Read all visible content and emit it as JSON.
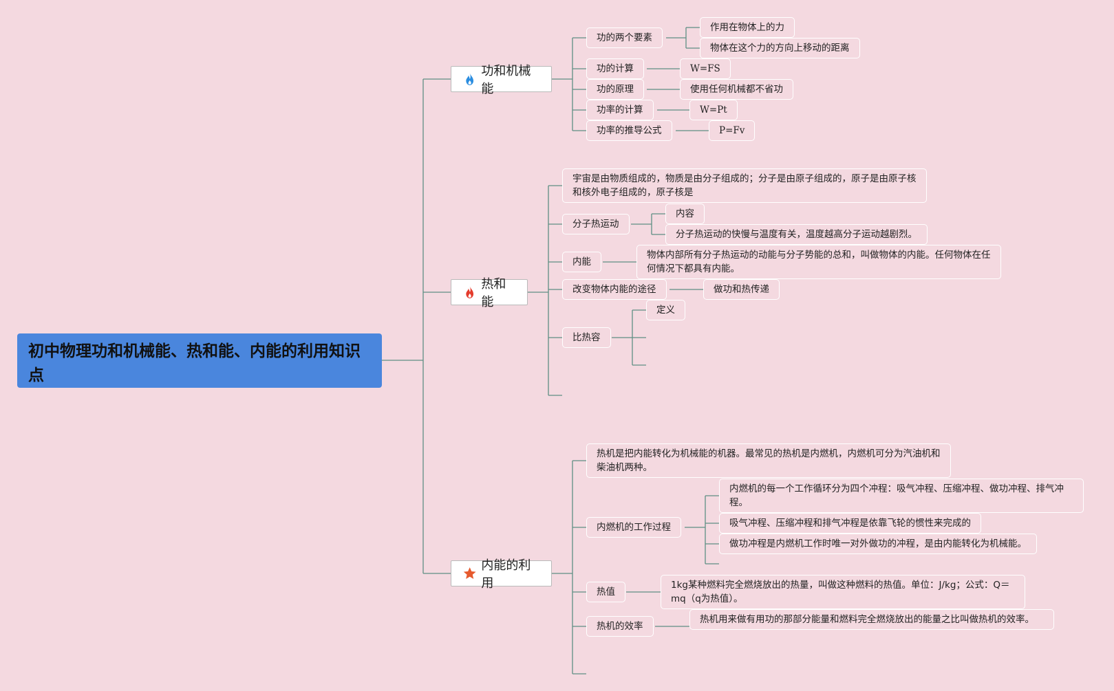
{
  "root": {
    "title": "初中物理功和机械能、热和能、内能的利用知识点"
  },
  "branches": {
    "b1": {
      "label": "功和机械能",
      "icon": "blue-flame-icon"
    },
    "b2": {
      "label": "热和能",
      "icon": "red-flame-icon"
    },
    "b3": {
      "label": "内能的利用",
      "icon": "orange-star-icon"
    }
  },
  "work": {
    "two_elements": "功的两个要素",
    "element_1": "作用在物体上的力",
    "element_2": "物体在这个力的方向上移动的距离",
    "calc": "功的计算",
    "calc_formula": "W=FS",
    "principle": "功的原理",
    "principle_text": "使用任何机械都不省功",
    "power_calc": "功率的计算",
    "power_formula": "W=Pt",
    "power_derived": "功率的推导公式",
    "power_derived_formula": "P=Fv"
  },
  "heat": {
    "universe": "宇宙是由物质组成的，物质是由分子组成的；分子是由原子组成的，原子是由原子核和核外电子组成的，原子核是",
    "molecular_motion": "分子热运动",
    "content": "内容",
    "motion_text": "分子热运动的快慢与温度有关，温度越高分子运动越剧烈。",
    "internal_energy": "内能",
    "internal_energy_text": "物体内部所有分子热运动的动能与分子势能的总和，叫做物体的内能。任何物体在任何情况下都具有内能。",
    "change_ways": "改变物体内能的途径",
    "change_ways_text": "做功和热传递",
    "specific_heat": "比热容",
    "definition": "定义"
  },
  "usage": {
    "heat_engine": "热机是把内能转化为机械能的机器。最常见的热机是内燃机，内燃机可分为汽油机和柴油机两种。",
    "ice_process": "内燃机的工作过程",
    "ice_1": "内燃机的每一个工作循环分为四个冲程：吸气冲程、压缩冲程、做功冲程、排气冲程。",
    "ice_2": "吸气冲程、压缩冲程和排气冲程是依靠飞轮的惯性来完成的",
    "ice_3": "做功冲程是内燃机工作时唯一对外做功的冲程，是由内能转化为机械能。",
    "heat_value": "热值",
    "heat_value_text": "1kg某种燃料完全燃烧放出的热量，叫做这种燃料的热值。单位：J/kg；公式：Q＝mq（q为热值）。",
    "efficiency": "热机的效率",
    "efficiency_text": "热机用来做有用功的那部分能量和燃料完全燃烧放出的能量之比叫做热机的效率。"
  },
  "colors": {
    "background": "#f4d9e0",
    "root": "#4a86dd",
    "connector": "#5b8a7e"
  }
}
